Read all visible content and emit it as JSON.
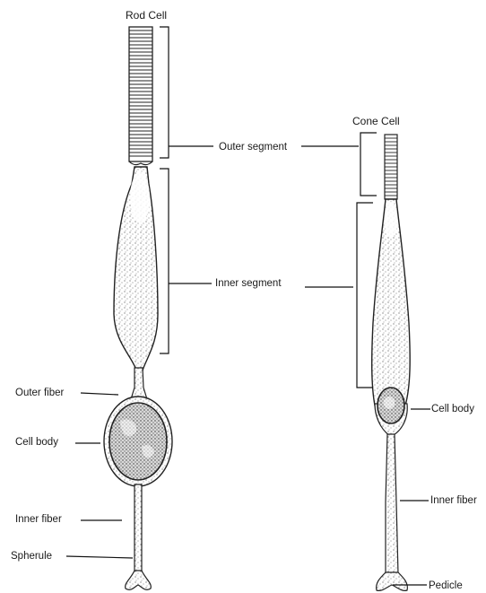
{
  "rod": {
    "title": "Rod Cell",
    "labels": {
      "outer_segment": "Outer segment",
      "inner_segment": "Inner segment",
      "outer_fiber": "Outer fiber",
      "cell_body": "Cell body",
      "inner_fiber": "Inner fiber",
      "spherule": "Spherule"
    }
  },
  "cone": {
    "title": "Cone Cell",
    "labels": {
      "cell_body": "Cell body",
      "inner_fiber": "Inner fiber",
      "pedicle": "Pedicle"
    }
  }
}
